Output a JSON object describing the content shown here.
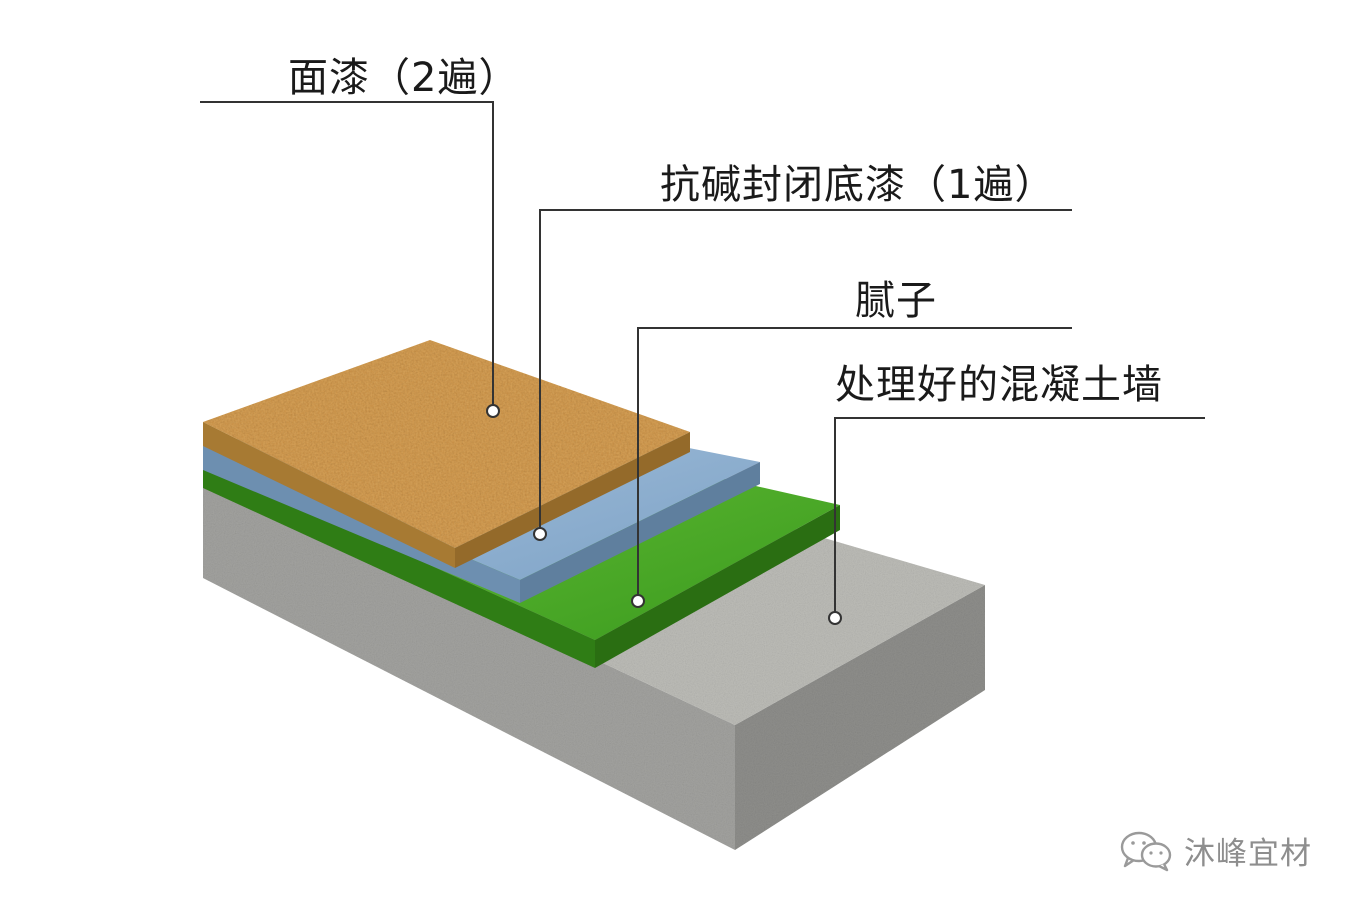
{
  "labels": {
    "topcoat": "面漆（2遍）",
    "primer": "抗碱封闭底漆（1遍）",
    "putty": "腻子",
    "concrete": "处理好的混凝土墙"
  },
  "watermark": {
    "icon": "wechat-icon",
    "text": "沐峰宜材"
  },
  "colors": {
    "topcoat": "#d8a860",
    "primer": "#8fb0d0",
    "putty": "#4fae2a",
    "concrete_top": "#b8b8b4",
    "concrete_front": "#9c9c98",
    "concrete_side": "#8a8a86",
    "leader_line": "#333333"
  }
}
